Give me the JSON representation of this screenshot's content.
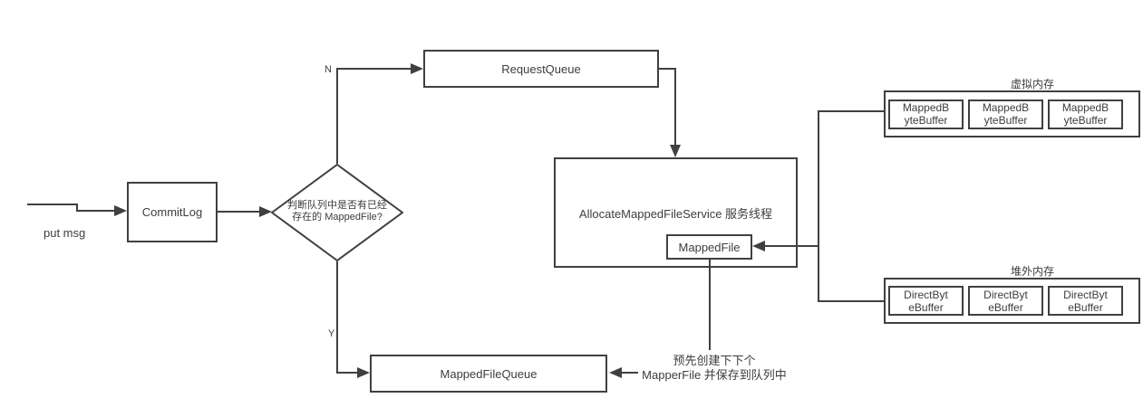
{
  "colors": {
    "line": "#404040",
    "text": "#3d3d3d",
    "background": "#ffffff"
  },
  "edges": {
    "start_label": "put msg",
    "no_label": "N",
    "yes_label": "Y"
  },
  "nodes": {
    "commit_log": "CommitLog",
    "decision": "判断队列中是否有已经\n存在的 MappedFile?",
    "request_queue": "RequestQueue",
    "allocate_service": "AllocateMappedFileService 服务线程",
    "mapped_file": "MappedFile",
    "mapped_file_queue": "MappedFileQueue"
  },
  "memory": {
    "virtual": {
      "label": "虚拟内存",
      "buffers": [
        "MappedB\nyteBuffer",
        "MappedB\nyteBuffer",
        "MappedB\nyteBuffer"
      ]
    },
    "off_heap": {
      "label": "堆外内存",
      "buffers": [
        "DirectByt\neBuffer",
        "DirectByt\neBuffer",
        "DirectByt\neBuffer"
      ]
    }
  },
  "note": "预先创建下下个\nMapperFile 并保存到队列中"
}
